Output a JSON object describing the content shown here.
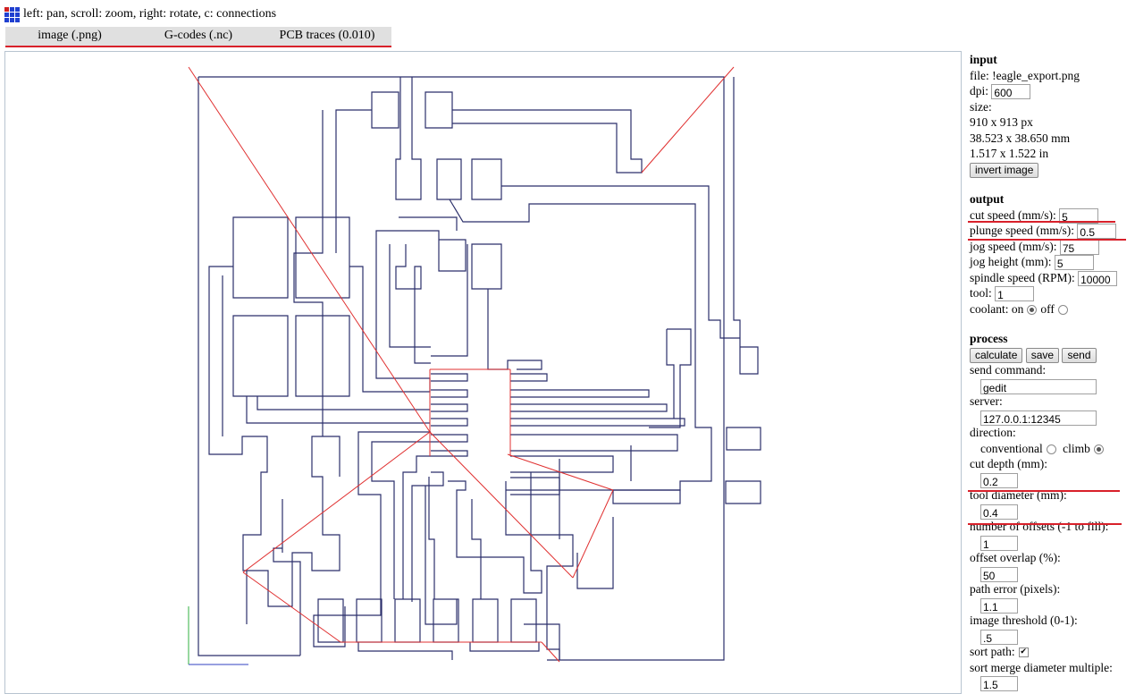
{
  "topbar": {
    "hint": "left: pan, scroll: zoom, right: rotate, c: connections",
    "icon": "grid-icon"
  },
  "modes": [
    "image (.png)",
    "G-codes (.nc)",
    "PCB traces (0.010)"
  ],
  "input": {
    "title": "input",
    "file": "file: !eagle_export.png",
    "dpi_label": "dpi:",
    "dpi": "600",
    "size_label": "size:",
    "size_px": "910 x 913 px",
    "size_mm": "38.523 x 38.650 mm",
    "size_in": "1.517 x 1.522 in",
    "invert": "invert image"
  },
  "output": {
    "title": "output",
    "cut_speed_label": "cut speed (mm/s):",
    "cut_speed": "5",
    "plunge_speed_label": "plunge speed (mm/s):",
    "plunge_speed": "0.5",
    "jog_speed_label": "jog speed (mm/s):",
    "jog_speed": "75",
    "jog_height_label": "jog height (mm):",
    "jog_height": "5",
    "spindle_label": "spindle speed (RPM):",
    "spindle": "10000",
    "tool_label": "tool:",
    "tool": "1",
    "coolant_label": "coolant: on",
    "coolant_off": "off"
  },
  "process": {
    "title": "process",
    "calculate": "calculate",
    "save": "save",
    "send": "send",
    "send_command_label": "send command:",
    "send_command": "gedit",
    "server_label": "server:",
    "server": "127.0.0.1:12345",
    "direction_label": "direction:",
    "conventional": "conventional",
    "climb": "climb",
    "cut_depth_label": "cut depth (mm):",
    "cut_depth": "0.2",
    "tool_diameter_label": "tool diameter (mm):",
    "tool_diameter": "0.4",
    "offsets_label": "number of offsets (-1 to fill):",
    "offsets": "1",
    "overlap_label": "offset overlap (%):",
    "overlap": "50",
    "path_error_label": "path error (pixels):",
    "path_error": "1.1",
    "threshold_label": "image threshold (0-1):",
    "threshold": ".5",
    "sort_path_label": "sort path:",
    "sort_merge_label": "sort merge diameter multiple:",
    "sort_merge": "1.5"
  },
  "colors": {
    "trace": "#2b2f6b",
    "jog": "#e03030",
    "accent": "#d8202a",
    "axis_x": "#3040c0",
    "axis_y": "#30b040"
  }
}
